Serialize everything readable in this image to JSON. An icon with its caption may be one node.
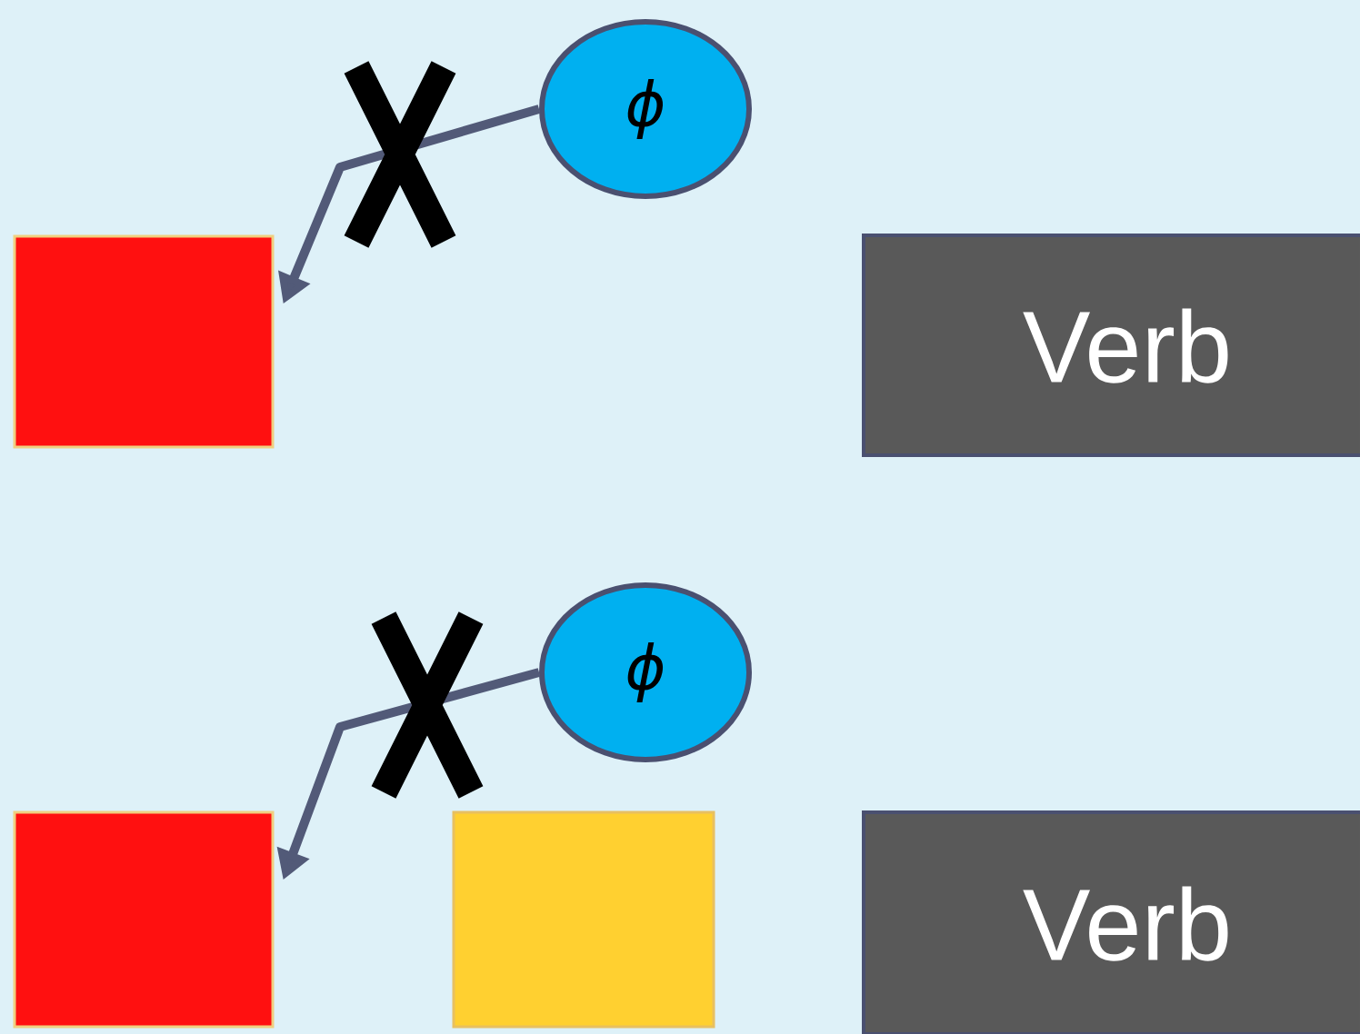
{
  "diagram": {
    "nodes": [
      {
        "text": [
          "ϕ"
        ]
      },
      {
        "text": [],
        "shape": "box"
      },
      {
        "text": [
          "Verb"
        ]
      },
      {
        "text": [
          "ϕ"
        ]
      },
      {
        "text": [],
        "shape": "box"
      },
      {
        "text": [],
        "shape": "box"
      },
      {
        "text": [
          "Verb"
        ]
      }
    ],
    "edges": [
      {
        "from": 0,
        "to": 1,
        "arrow": "to"
      },
      {
        "from": 3,
        "to": 4,
        "arrow": "to"
      }
    ]
  }
}
